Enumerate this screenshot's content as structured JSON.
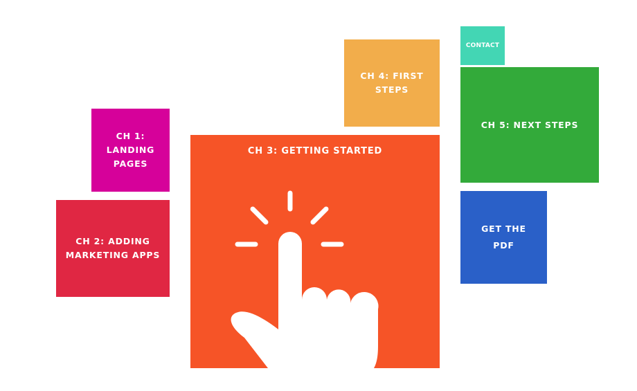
{
  "tiles": {
    "ch1": {
      "label": "CH 1: LANDING PAGES",
      "color": "#d6019a"
    },
    "ch2": {
      "label": "CH 2: ADDING MARKETING APPS",
      "color": "#e02743"
    },
    "ch3": {
      "label": "CH 3: GETTING STARTED",
      "color": "#f65427",
      "icon": "pointing-hand-click-icon"
    },
    "ch4": {
      "label": "CH 4: FIRST STEPS",
      "color": "#f2ad4b"
    },
    "contact": {
      "label": "CONTACT",
      "color": "#43d6b4"
    },
    "ch5": {
      "label": "CH 5: NEXT STEPS",
      "color": "#33aa3a"
    },
    "pdf": {
      "label": "GET THE PDF",
      "color": "#2a60c8"
    }
  }
}
